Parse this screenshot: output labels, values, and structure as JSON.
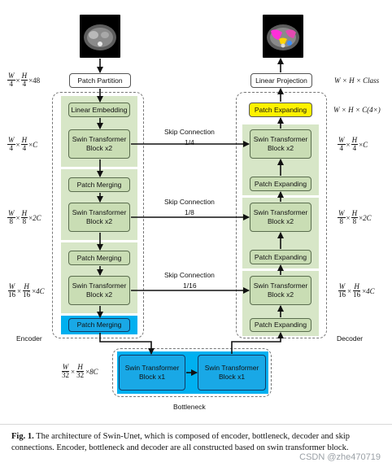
{
  "encoder": {
    "linear_embedding": "Linear Embedding",
    "patch_partition": "Patch Partition",
    "swin_block": "Swin Transformer Block x2",
    "patch_merging": "Patch Merging",
    "label": "Encoder"
  },
  "decoder": {
    "linear_projection": "Linear Projection",
    "patch_expanding": "Patch Expanding",
    "swin_block": "Swin Transformer Block x2",
    "label": "Decoder"
  },
  "bottleneck": {
    "swin_block": "Swin Transformer Block x1",
    "label": "Bottleneck"
  },
  "skip": [
    {
      "title": "Skip Connection",
      "scale": "1/4"
    },
    {
      "title": "Skip Connection",
      "scale": "1/8"
    },
    {
      "title": "Skip Connection",
      "scale": "1/16"
    }
  ],
  "dims_left": [
    {
      "n1": "W",
      "d1": "4",
      "n2": "H",
      "d2": "4",
      "suffix": "48"
    },
    {
      "n1": "W",
      "d1": "4",
      "n2": "H",
      "d2": "4",
      "suffix": "C"
    },
    {
      "n1": "W",
      "d1": "8",
      "n2": "H",
      "d2": "8",
      "suffix": "2C"
    },
    {
      "n1": "W",
      "d1": "16",
      "n2": "H",
      "d2": "16",
      "suffix": "4C"
    },
    {
      "n1": "W",
      "d1": "32",
      "n2": "H",
      "d2": "32",
      "suffix": "8C"
    }
  ],
  "dims_right": [
    {
      "text": "W × H × Class"
    },
    {
      "text": "W × H × C(4×)"
    },
    {
      "n1": "W",
      "d1": "4",
      "n2": "H",
      "d2": "4",
      "suffix": "C"
    },
    {
      "n1": "W",
      "d1": "8",
      "n2": "H",
      "d2": "8",
      "suffix": "2C"
    },
    {
      "n1": "W",
      "d1": "16",
      "n2": "H",
      "d2": "16",
      "suffix": "4C"
    }
  ],
  "caption": {
    "fig": "Fig. 1.",
    "text": "The architecture of Swin-Unet, which is composed of encoder, bottleneck, decoder and skip connections. Encoder, bottleneck and decoder are all constructed based on swin transformer block."
  },
  "watermark": "CSDN @zhe470719",
  "colors": {
    "green": "#c9ddb4",
    "blue": "#00b0f0",
    "yellow": "#fff200"
  }
}
